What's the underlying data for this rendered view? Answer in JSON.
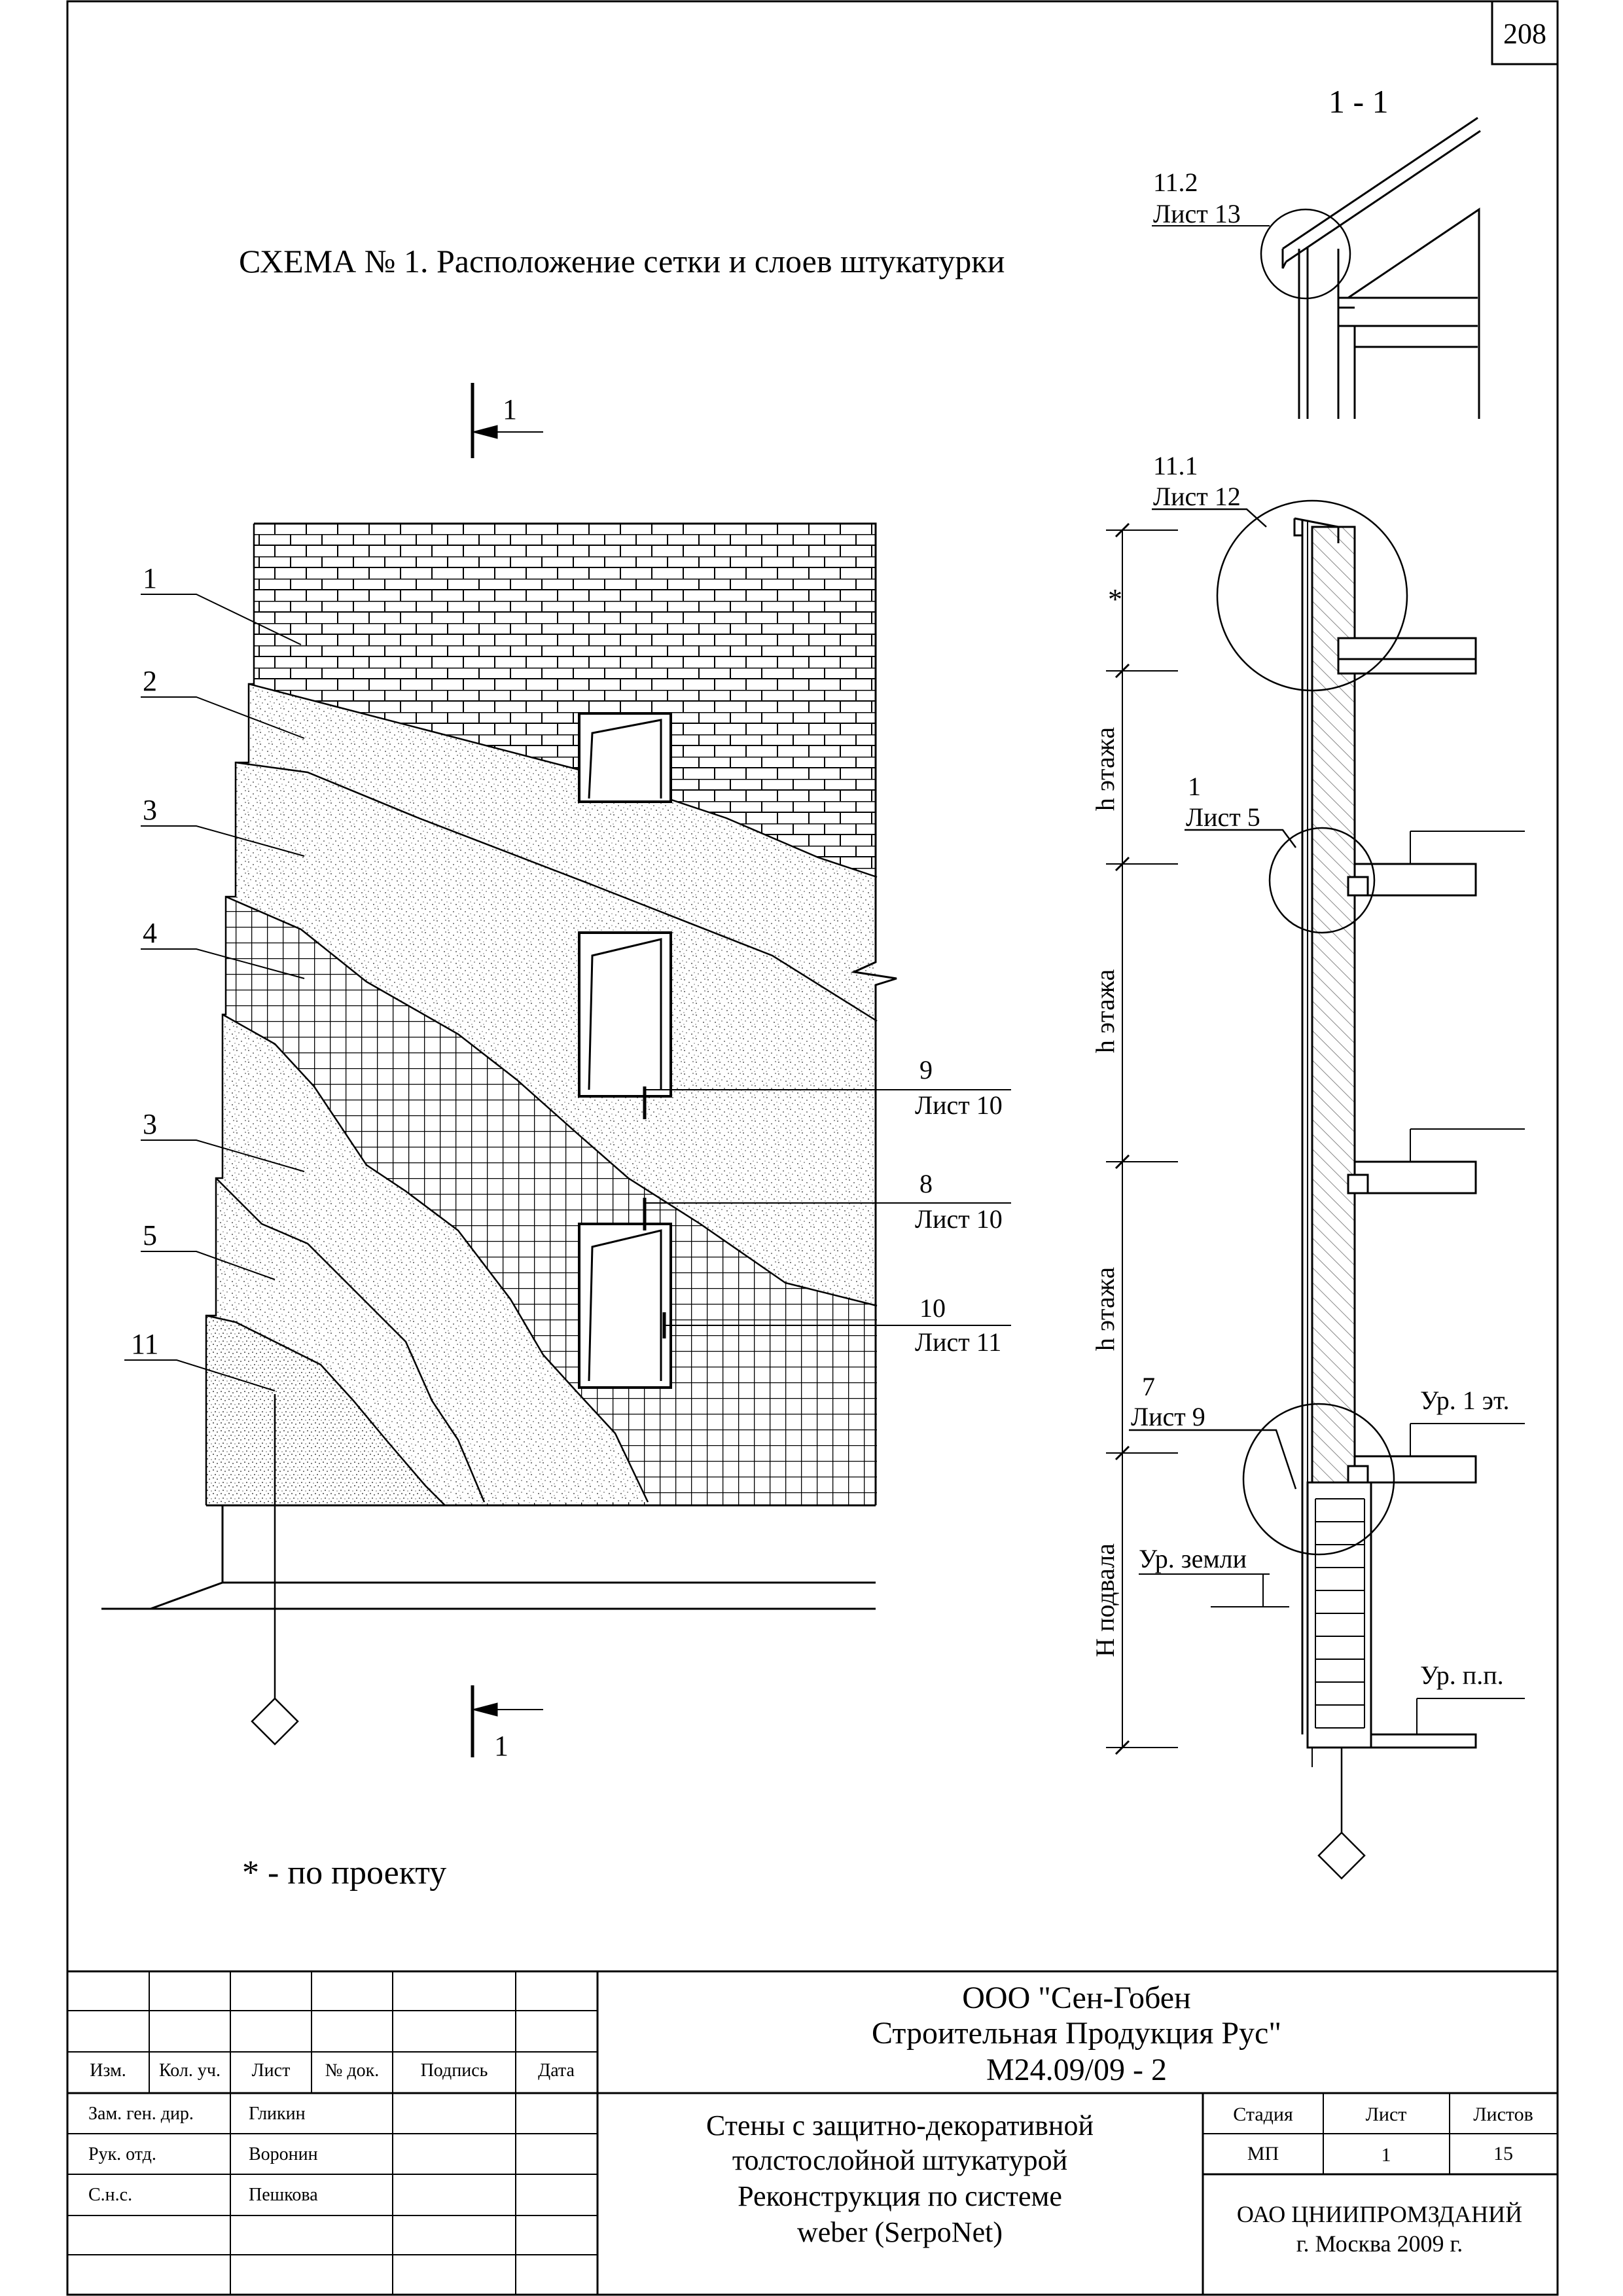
{
  "page_number": "208",
  "scheme_title": "СХЕМА № 1. Расположение сетки и слоев штукатурки",
  "section_mark": "1",
  "section_title": "1 - 1",
  "footnote": "* - по проекту",
  "star": "*",
  "layer_labels": {
    "l1": "1",
    "l2": "2",
    "l3a": "3",
    "l4": "4",
    "l3b": "3",
    "l5": "5",
    "l11": "11"
  },
  "node_refs": {
    "n9_num": "9",
    "n9_sheet": "Лист 10",
    "n8_num": "8",
    "n8_sheet": "Лист 10",
    "n10_num": "10",
    "n10_sheet": "Лист 11",
    "n112_num": "11.2",
    "n112_sheet": "Лист 13",
    "n111_num": "11.1",
    "n111_sheet": "Лист 12",
    "n1_num": "1",
    "n1_sheet": "Лист 5",
    "n7_num": "7",
    "n7_sheet": "Лист 9"
  },
  "dimensions": {
    "h_floor_1": "h этажа",
    "h_floor_2": "h этажа",
    "h_floor_3": "h этажа",
    "h_basement": "H подвала"
  },
  "levels": {
    "floor1": "Ур. 1 эт.",
    "ground": "Ур. земли",
    "basement_floor": "Ур. п.п."
  },
  "title_block": {
    "org_line1": "ООО \"Сен-Гобен",
    "org_line2": "Строительная Продукция Рус\"",
    "doc_code": "М24.09/09 - 2",
    "headers": {
      "izm": "Изм.",
      "kol": "Кол. уч.",
      "list": "Лист",
      "doc": "№ док.",
      "sign": "Подпись",
      "date": "Дата"
    },
    "roles": [
      "Зам. ген. дир.",
      "Рук. отд.",
      "С.н.с."
    ],
    "names": [
      "Гликин",
      "Воронин",
      "Пешкова"
    ],
    "project_name": [
      "Стены с защитно-декоративной",
      "толстослойной штукатурой",
      "Реконструкция по системе",
      "weber (SerpoNet)"
    ],
    "stage_header": "Стадия",
    "sheet_header": "Лист",
    "sheets_header": "Листов",
    "stage": "МП",
    "sheet": "1",
    "sheets": "15",
    "firm": "ОАО ЦНИИПРОМЗДАНИЙ",
    "city_year": "г. Москва 2009 г."
  }
}
